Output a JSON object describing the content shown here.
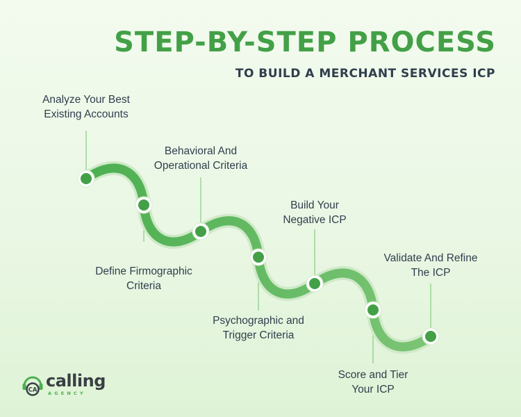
{
  "header": {
    "title": "STEP-BY-STEP PROCESS",
    "subtitle": "TO BUILD A MERCHANT SERVICES ICP"
  },
  "steps": [
    {
      "lines": [
        "Analyze Your Best",
        "Existing Accounts"
      ],
      "label_position": "above"
    },
    {
      "lines": [
        "Define Firmographic",
        "Criteria"
      ],
      "label_position": "below"
    },
    {
      "lines": [
        "Behavioral And",
        "Operational Criteria"
      ],
      "label_position": "above"
    },
    {
      "lines": [
        "Psychographic and",
        "Trigger Criteria"
      ],
      "label_position": "below"
    },
    {
      "lines": [
        "Build Your",
        "Negative ICP"
      ],
      "label_position": "above"
    },
    {
      "lines": [
        "Score and Tier",
        "Your ICP"
      ],
      "label_position": "below"
    },
    {
      "lines": [
        "Validate And Refine",
        "The ICP"
      ],
      "label_position": "above"
    }
  ],
  "logo": {
    "mark": "CA",
    "word": "calling",
    "sub": "AGENCY"
  },
  "colors": {
    "accent_green": "#43a047",
    "dark_text": "#2f3e4d",
    "dot_fill": "#43a047",
    "dot_ring": "#ffffff"
  }
}
